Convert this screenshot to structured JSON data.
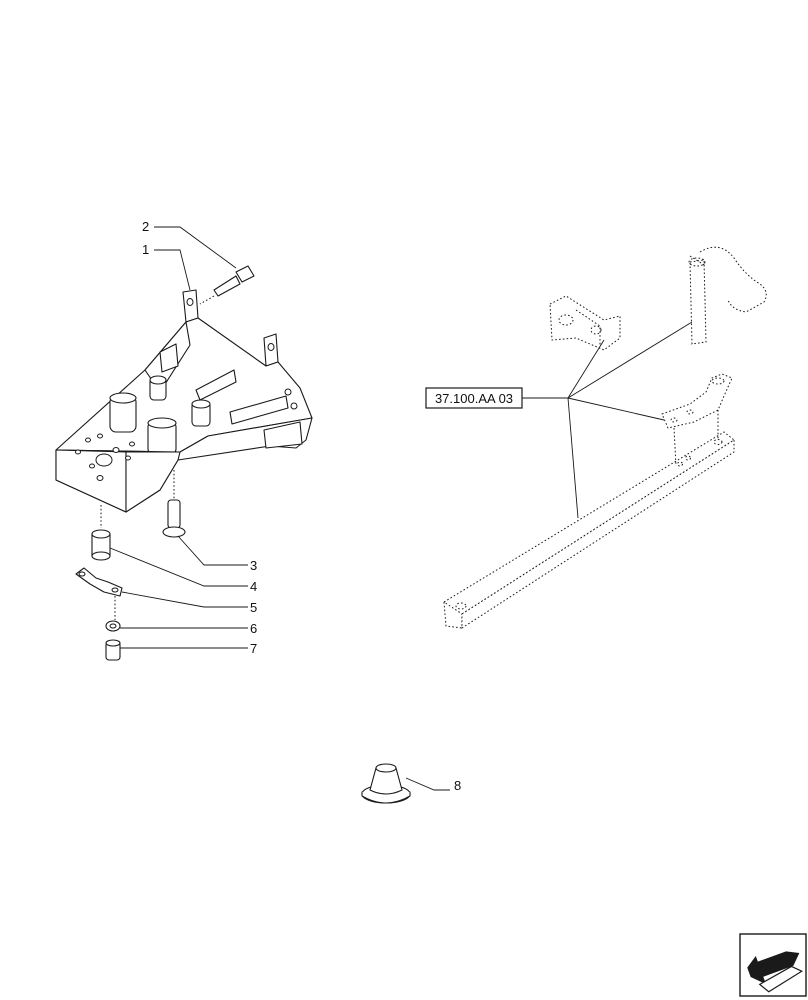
{
  "callouts": [
    "1",
    "2",
    "3",
    "4",
    "5",
    "6",
    "7",
    "8"
  ],
  "reference": {
    "label": "37.100.AA 03"
  },
  "icons": {
    "nav_arrow": "next-page-arrow-icon"
  }
}
